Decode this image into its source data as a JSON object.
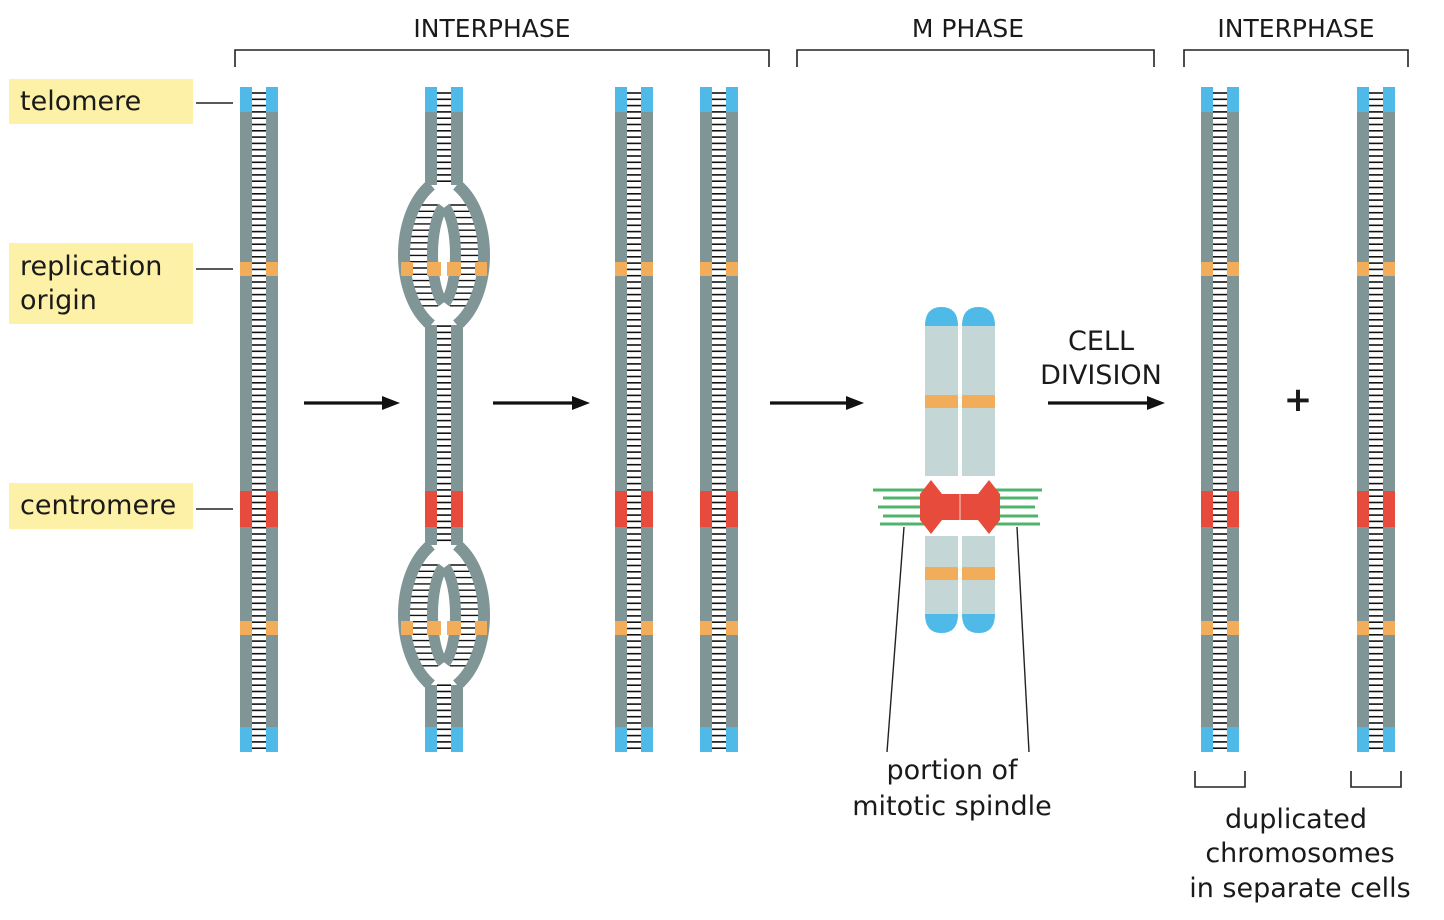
{
  "phases": {
    "interphase_1": "INTERPHASE",
    "m_phase": "M PHASE",
    "interphase_2": "INTERPHASE"
  },
  "key": {
    "telomere": "telomere",
    "replication_origin_line1": "replication",
    "replication_origin_line2": "origin",
    "centromere": "centromere"
  },
  "cell_division": {
    "line1": "CELL",
    "line2": "DIVISION"
  },
  "spindle_label": {
    "line1": "portion of",
    "line2": "mitotic spindle"
  },
  "result_label": {
    "line1": "duplicated",
    "line2": "chromosomes",
    "line3": "in separate cells"
  },
  "plus_sign": "+",
  "colors": {
    "strand": "#7f9596",
    "telomere": "#4fb9e8",
    "replication_origin": "#f2ad5b",
    "centromere": "#e64b3b",
    "key_box": "#fdf0a7",
    "chromatid": "#c5d6d6",
    "spindle": "#4fb46b",
    "base_pair": "#111111"
  }
}
